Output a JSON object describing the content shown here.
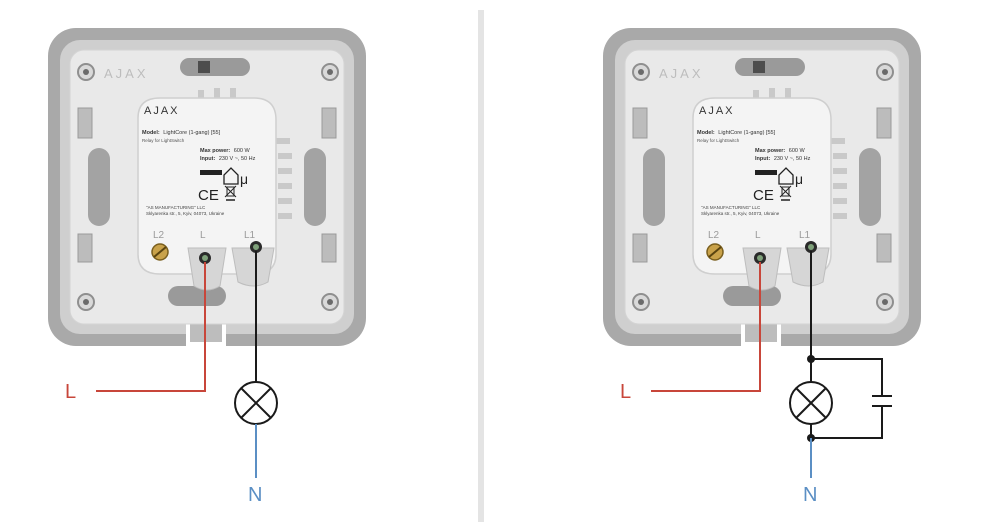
{
  "colors": {
    "live_wire": "#c8463a",
    "neutral_wire": "#5b8fc4",
    "load_wire": "#1a1a1a",
    "frame_outer": "#a9a9a9",
    "plate": "#e9e9e9"
  },
  "panels": [
    {
      "id": "without-bypass",
      "brand_frame": "AJAX",
      "label": {
        "brand": "AJAX",
        "model_prefix": "Model:",
        "model": "LightCore (1-gang) [55]",
        "relay": "Relay for LightSwitch",
        "max_power_prefix": "Max power:",
        "max_power": "600 W",
        "input_prefix": "Input:",
        "input": "230 V ~, 50 Hz",
        "ce_mark": "CE",
        "mu_mark": "μ",
        "manufacturer": "\"AS MANUFACTURING\" LLC",
        "address": "Sklyarenka str., 5, Kyiv, 04073, Ukraine"
      },
      "terminals": [
        "L2",
        "L",
        "L1"
      ],
      "wire_labels": {
        "live": "L",
        "neutral": "N"
      }
    },
    {
      "id": "with-bypass",
      "brand_frame": "AJAX",
      "label": {
        "brand": "AJAX",
        "model_prefix": "Model:",
        "model": "LightCore (1-gang) [55]",
        "relay": "Relay for LightSwitch",
        "max_power_prefix": "Max power:",
        "max_power": "600 W",
        "input_prefix": "Input:",
        "input": "230 V ~, 50 Hz",
        "ce_mark": "CE",
        "mu_mark": "μ",
        "manufacturer": "\"AS MANUFACTURING\" LLC",
        "address": "Sklyarenka str., 5, Kyiv, 04073, Ukraine"
      },
      "terminals": [
        "L2",
        "L",
        "L1"
      ],
      "wire_labels": {
        "live": "L",
        "neutral": "N"
      }
    }
  ]
}
